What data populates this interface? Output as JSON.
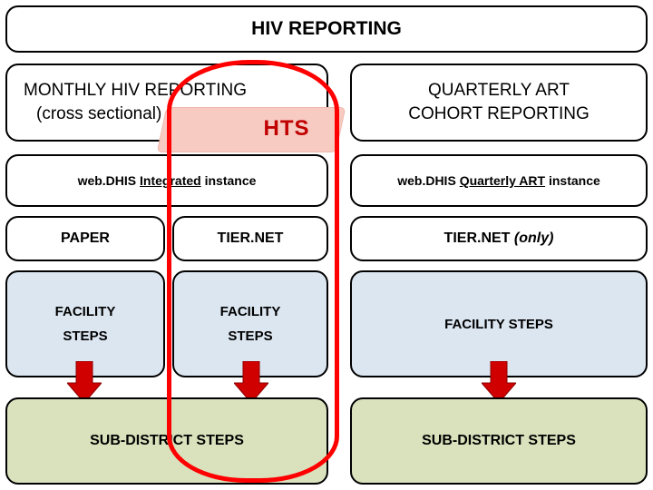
{
  "title": "HIV REPORTING",
  "headers": {
    "left_line1": "MONTHLY HIV REPORTING",
    "left_line2": "(cross sectional)",
    "right_line1": "QUARTERLY ART",
    "right_line2": "COHORT REPORTING"
  },
  "instances": {
    "left_pre": "web.DHIS ",
    "left_underline": "Integrated",
    "left_post": " instance",
    "right_pre": "web.DHIS ",
    "right_underline": "Quarterly ART",
    "right_post": " instance"
  },
  "sources": {
    "paper": "PAPER",
    "tier": "TIER.NET",
    "tier_only_main": "TIER.NET ",
    "tier_only_note": "(only)"
  },
  "facility": {
    "line1": "FACILITY",
    "line2": "STEPS",
    "right": "FACILITY STEPS"
  },
  "subdistrict": {
    "left": "SUB-DISTRICT STEPS",
    "right": "SUB-DISTRICT STEPS"
  },
  "annotation": {
    "hts_label": "HTS",
    "hts_color": "#c00000",
    "highlight_color": "#ff0000",
    "callout_fill": "#f7cbc2"
  },
  "colors": {
    "facility_fill": "#dce6f1",
    "subdistrict_fill": "#d9e2bd",
    "border": "#000000",
    "background": "#ffffff"
  },
  "icons": {
    "arrow": "down-block-arrow"
  }
}
